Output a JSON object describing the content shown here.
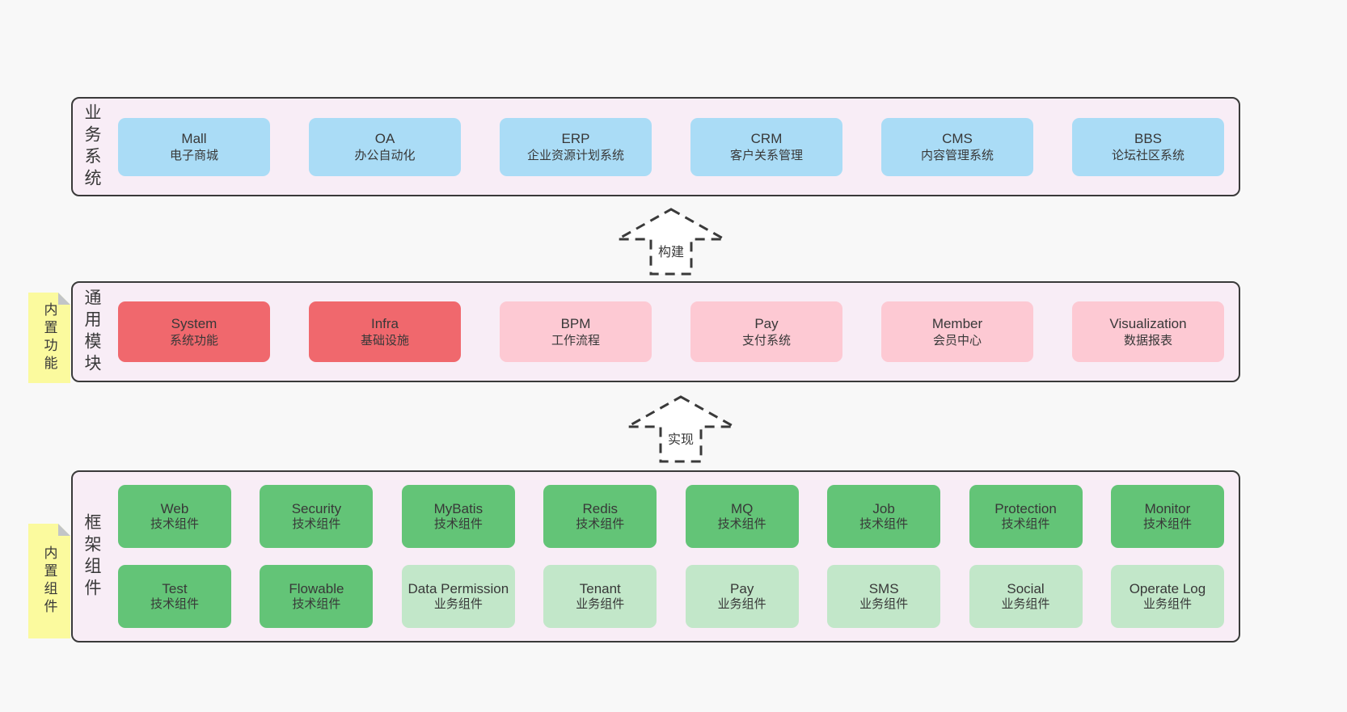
{
  "colors": {
    "page_bg": "#f8f8f8",
    "panel_bg": "#f8edf6",
    "line": "#3a3a3a",
    "ink": "#383838",
    "blue": "#aadcf6",
    "red": "#f0686d",
    "pink": "#fdc9d3",
    "green": "#63c477",
    "lightgreen": "#c2e7c9",
    "note_yellow": "#fbfa9e",
    "fold_gray": "#c2c5c8",
    "arrow_fill": "#ffffff"
  },
  "layers": [
    {
      "label": "业务系统",
      "boxes": [
        {
          "en": "Mall",
          "zh": "电子商城",
          "variant": "blue"
        },
        {
          "en": "OA",
          "zh": "办公自动化",
          "variant": "blue"
        },
        {
          "en": "ERP",
          "zh": "企业资源计划系统",
          "variant": "blue"
        },
        {
          "en": "CRM",
          "zh": "客户关系管理",
          "variant": "blue"
        },
        {
          "en": "CMS",
          "zh": "内容管理系统",
          "variant": "blue"
        },
        {
          "en": "BBS",
          "zh": "论坛社区系统",
          "variant": "blue"
        }
      ]
    },
    {
      "label": "通用模块",
      "note": "内置功能",
      "boxes": [
        {
          "en": "System",
          "zh": "系统功能",
          "variant": "red"
        },
        {
          "en": "Infra",
          "zh": "基础设施",
          "variant": "red"
        },
        {
          "en": "BPM",
          "zh": "工作流程",
          "variant": "pink"
        },
        {
          "en": "Pay",
          "zh": "支付系统",
          "variant": "pink"
        },
        {
          "en": "Member",
          "zh": "会员中心",
          "variant": "pink"
        },
        {
          "en": "Visualization",
          "zh": "数据报表",
          "variant": "pink"
        }
      ]
    },
    {
      "label": "框架组件",
      "note": "内置组件",
      "rows": [
        [
          {
            "en": "Web",
            "zh": "技术组件",
            "variant": "green"
          },
          {
            "en": "Security",
            "zh": "技术组件",
            "variant": "green"
          },
          {
            "en": "MyBatis",
            "zh": "技术组件",
            "variant": "green"
          },
          {
            "en": "Redis",
            "zh": "技术组件",
            "variant": "green"
          },
          {
            "en": "MQ",
            "zh": "技术组件",
            "variant": "green"
          },
          {
            "en": "Job",
            "zh": "技术组件",
            "variant": "green"
          },
          {
            "en": "Protection",
            "zh": "技术组件",
            "variant": "green"
          },
          {
            "en": "Monitor",
            "zh": "技术组件",
            "variant": "green"
          }
        ],
        [
          {
            "en": "Test",
            "zh": "技术组件",
            "variant": "green"
          },
          {
            "en": "Flowable",
            "zh": "技术组件",
            "variant": "green"
          },
          {
            "en": "Data Permission",
            "zh": "业务组件",
            "variant": "lightgreen"
          },
          {
            "en": "Tenant",
            "zh": "业务组件",
            "variant": "lightgreen"
          },
          {
            "en": "Pay",
            "zh": "业务组件",
            "variant": "lightgreen"
          },
          {
            "en": "SMS",
            "zh": "业务组件",
            "variant": "lightgreen"
          },
          {
            "en": "Social",
            "zh": "业务组件",
            "variant": "lightgreen"
          },
          {
            "en": "Operate Log",
            "zh": "业务组件",
            "variant": "lightgreen"
          }
        ]
      ]
    }
  ],
  "arrows": [
    {
      "label": "构建"
    },
    {
      "label": "实现"
    }
  ]
}
